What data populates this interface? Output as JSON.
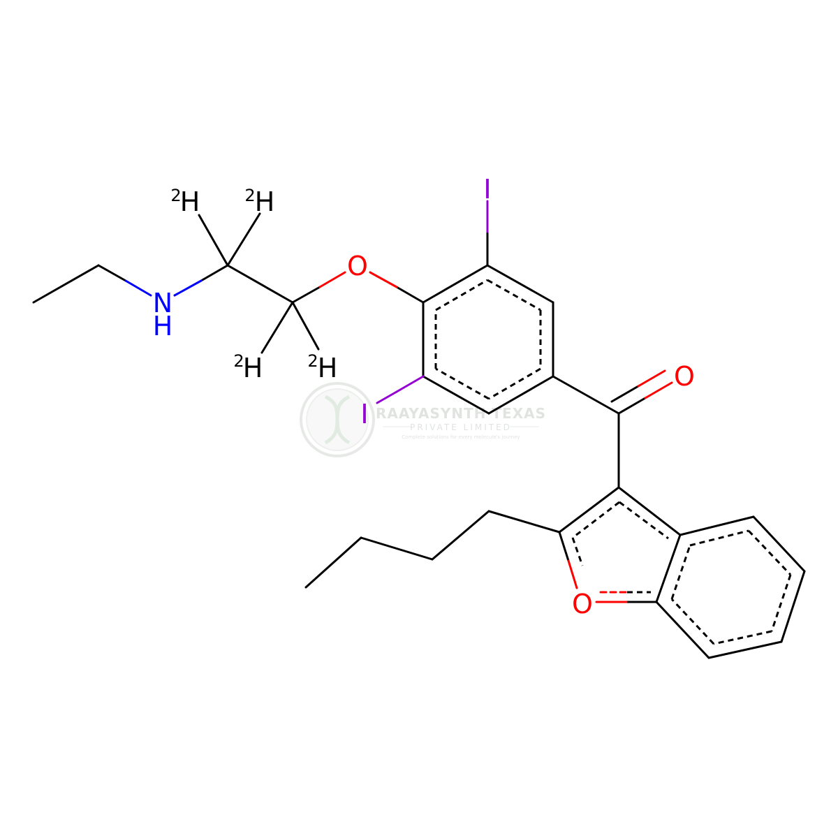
{
  "atoms": {
    "n_label": "N",
    "nh_label": "H",
    "o_ether": "O",
    "o_carbonyl": "O",
    "o_furan": "O",
    "iodine_top": "I",
    "iodine_bottom": "I",
    "deuterium_1": {
      "mass": "2",
      "symbol": "H"
    },
    "deuterium_2": {
      "mass": "2",
      "symbol": "H"
    },
    "deuterium_3": {
      "mass": "2",
      "symbol": "H"
    },
    "deuterium_4": {
      "mass": "2",
      "symbol": "H"
    }
  },
  "colors": {
    "bond": "#000000",
    "nitrogen": "#0000ff",
    "oxygen": "#ff0000",
    "iodine": "#9400d3",
    "watermark": "#c8cdc8"
  },
  "watermark": {
    "company": "RAAYASYNTH TEXAS",
    "subtitle": "PRIVATE LIMITED",
    "tagline": "Complete solutions for every molecule's journey"
  }
}
